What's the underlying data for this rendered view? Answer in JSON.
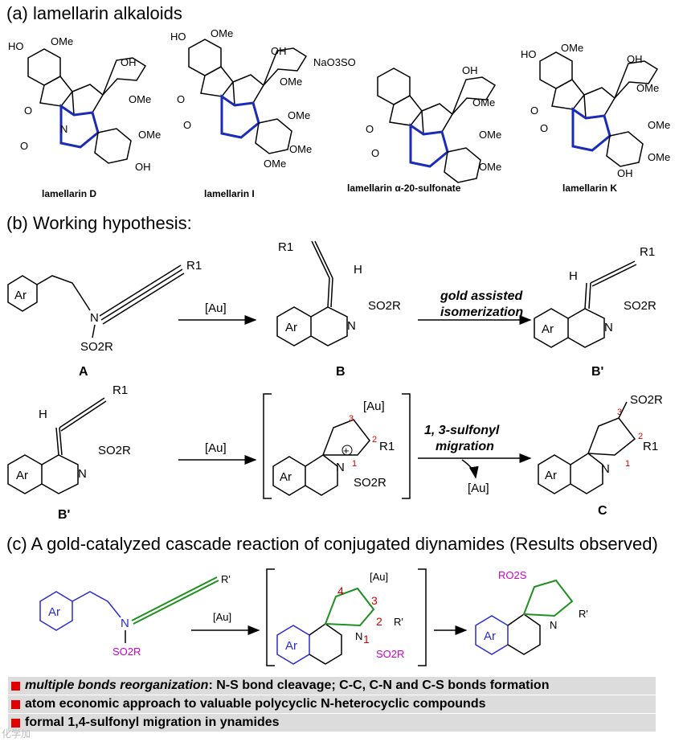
{
  "section_a": {
    "title": "(a) lamellarin alkaloids",
    "names": [
      "lamellarin D",
      "lamellarin I",
      "lamellarin α-20-sulfonate",
      "lamellarin K"
    ],
    "groups": {
      "ho": "HO",
      "oh": "OH",
      "ome": "OMe",
      "naso": "NaO3SO"
    }
  },
  "section_b": {
    "title": "(b) Working hypothesis:",
    "catalyst": "[Au]",
    "step_label_1": "gold assisted",
    "step_label_2": "isomerization",
    "migration_1": "1, 3-sulfonyl",
    "migration_2": "migration",
    "compounds": [
      "A",
      "B",
      "B'",
      "C"
    ],
    "groups": {
      "ar": "Ar",
      "n": "N",
      "r1": "R1",
      "so2r": "SO2R",
      "h": "H"
    },
    "ring_numbers": [
      "1",
      "2",
      "3"
    ]
  },
  "section_c": {
    "title": "(c) A gold-catalyzed cascade reaction of conjugated diynamides (Results observed)",
    "catalyst": "[Au]",
    "groups": {
      "ar": "Ar",
      "n": "N",
      "r": "R'",
      "so2r": "SO2R",
      "ro2s": "RO2S"
    },
    "ring_numbers": [
      "1",
      "2",
      "3",
      "4"
    ]
  },
  "notes": [
    {
      "em": "multiple bonds reorganization",
      "rest": ": N-S bond cleavage; C-C, C-N and C-S bonds formation"
    },
    {
      "em": "",
      "rest": "atom economic approach to valuable polycyclic N-heterocyclic compounds"
    },
    {
      "em": "",
      "rest": "formal 1,4-sulfonyl migration in ynamides"
    }
  ],
  "watermark": "化学加"
}
